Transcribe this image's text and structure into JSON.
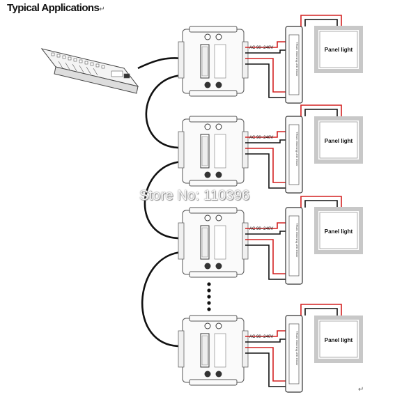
{
  "header": {
    "title": "Typical Applications",
    "return_mark": "↵"
  },
  "watermark": "Store No: 110396",
  "end_mark": "↵",
  "units": [
    {
      "ac_label": "AC 90~240V",
      "driver_label": "TRIAC Dimming LED Driver",
      "panel_label": "Panel light"
    },
    {
      "ac_label": "AC 90~240V",
      "driver_label": "TRIAC Dimming LED Driver",
      "panel_label": "Panel light"
    },
    {
      "ac_label": "AC 90~240V",
      "driver_label": "TRIAC Dimming LED Driver",
      "panel_label": "Panel light"
    },
    {
      "ac_label": "AC 90~240V",
      "driver_label": "TRIAC Dimming LED Driver",
      "panel_label": "Panel light"
    }
  ],
  "colors": {
    "wire_red": "#d42020",
    "wire_black": "#111111",
    "panel_frame": "#c8c8c8"
  }
}
